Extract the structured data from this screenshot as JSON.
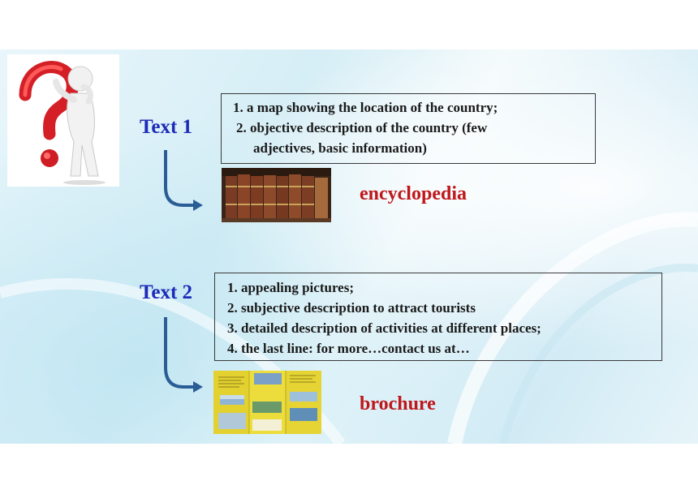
{
  "text1": {
    "label": "Text 1",
    "lines": [
      "1. a map showing the location of the country;",
      "2. objective description of the country (few",
      "adjectives, basic information)"
    ],
    "result": "encyclopedia"
  },
  "text2": {
    "label": "Text 2",
    "lines": [
      "1. appealing pictures;",
      "2. subjective description to attract tourists",
      "3. detailed description of activities at different places;",
      "4. the last line: for more…contact us at…"
    ],
    "result": "brochure"
  },
  "colors": {
    "label_blue": "#1d2bb8",
    "result_red": "#c0171b",
    "arrow_blue": "#2a5d96"
  }
}
